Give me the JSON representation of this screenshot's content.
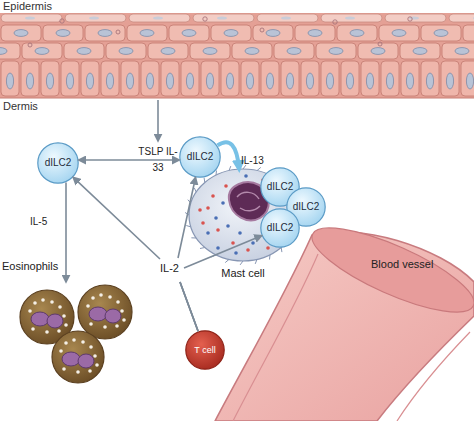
{
  "diagram": {
    "nodes": [
      {
        "text": [
          "dILC2"
        ]
      },
      {
        "text": [
          "dILC2"
        ]
      },
      {
        "text": [
          "Mast cell"
        ]
      },
      {
        "text": [
          "dILC2"
        ]
      },
      {
        "text": [
          "dILC2"
        ]
      },
      {
        "text": [
          "dILC2"
        ]
      },
      {
        "text": [
          "Blood vessel"
        ]
      },
      {
        "text": [
          "Eosinophils"
        ]
      },
      {
        "text": [
          "T cell"
        ]
      }
    ],
    "edges": [
      {
        "from": 0,
        "to": 1,
        "arrow": "both",
        "label": "TSLP IL-33"
      },
      {
        "from": 1,
        "to": 2,
        "arrow": "to",
        "label": "IL-13"
      },
      {
        "from": 0,
        "to": 7,
        "arrow": "to",
        "label": "IL-5"
      },
      {
        "from": 8,
        "to": 0,
        "arrow": "to"
      },
      {
        "from": 8,
        "to": 1,
        "arrow": "to"
      },
      {
        "from": 8,
        "to": 5,
        "arrow": "to"
      }
    ],
    "labels": [
      "Epidermis",
      "Dermis",
      "IL-2"
    ]
  }
}
